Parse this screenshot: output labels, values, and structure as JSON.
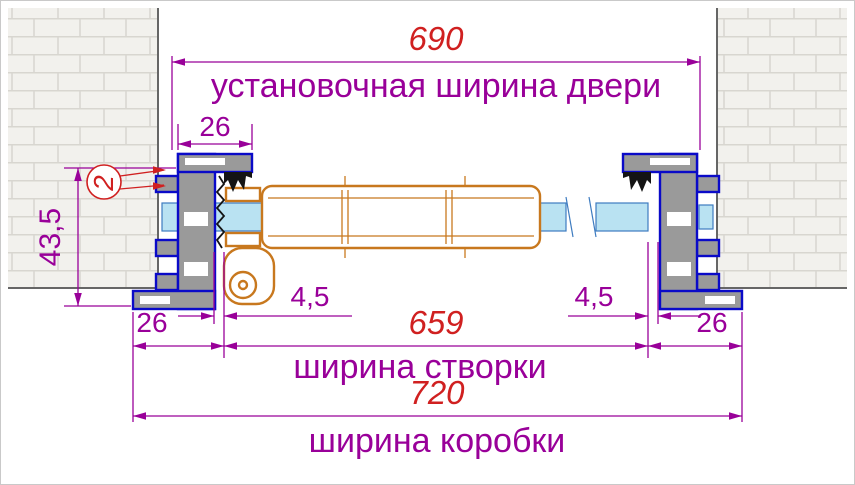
{
  "drawing": {
    "type": "door-frame-horizontal-section",
    "dimensions": {
      "install": {
        "value": "690",
        "caption": "установочная ширина двери"
      },
      "leaf": {
        "value": "659",
        "caption": "ширина створки"
      },
      "frame": {
        "value": "720",
        "caption": "ширина коробки"
      },
      "profile_top": "26",
      "bottom_left": "26",
      "bottom_right": "26",
      "depth": "43,5",
      "wall_gap": "2",
      "leaf_gap_left": "4,5",
      "leaf_gap_right": "4,5"
    },
    "colors": {
      "dimension_text": "#990099",
      "value_text": "#d02020",
      "profile_outline": "#0a0ac8",
      "profile_fill": "#9a9a9a",
      "leaf_outline": "#c8781e",
      "glass_fill": "#b9e2f2",
      "glass_edge": "#3e7cc0",
      "wall_fill": "#f2f1ed",
      "wall_mortar": "#d8d6d0",
      "wall_edge": "#666666",
      "seal": "#141414"
    }
  }
}
